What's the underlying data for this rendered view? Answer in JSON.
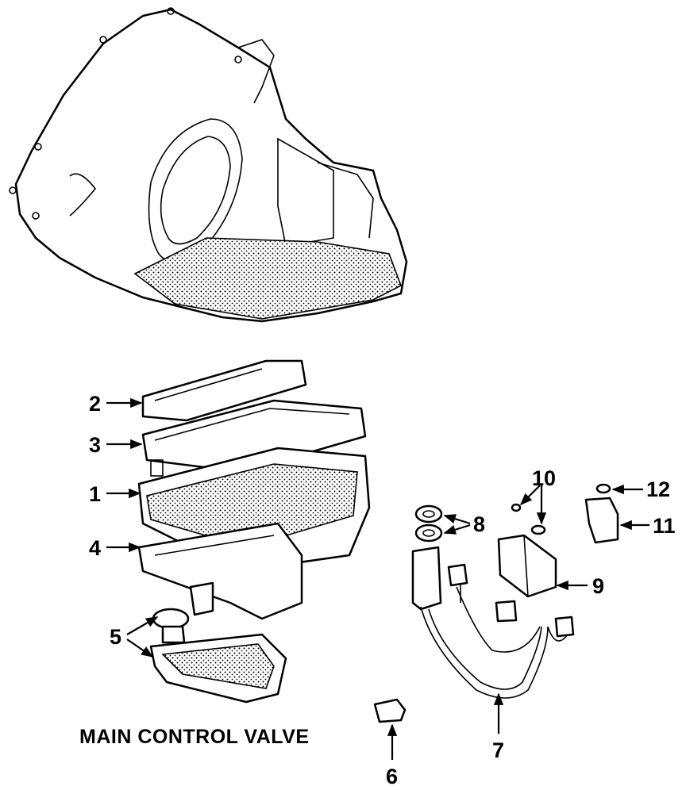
{
  "diagram": {
    "caption": "MAIN CONTROL VALVE",
    "callouts": {
      "c1": "1",
      "c2": "2",
      "c3": "3",
      "c4": "4",
      "c5": "5",
      "c6": "6",
      "c7": "7",
      "c8": "8",
      "c9": "9",
      "c10": "10",
      "c11": "11",
      "c12": "12"
    }
  }
}
